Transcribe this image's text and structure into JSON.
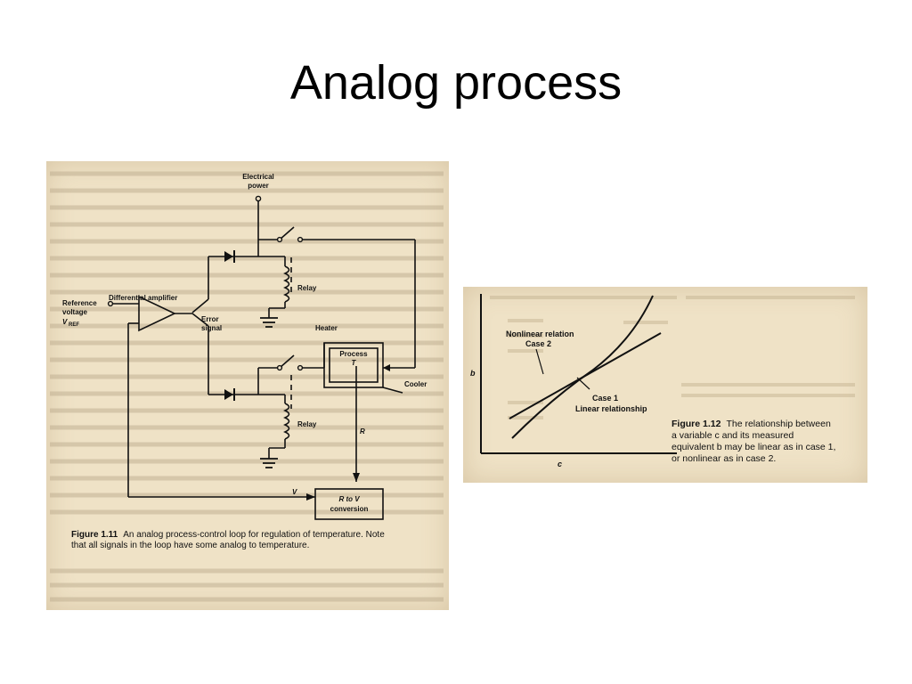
{
  "slide": {
    "title": "Analog process"
  },
  "figure_1_11": {
    "labels": {
      "electrical_power_1": "Electrical",
      "electrical_power_2": "power",
      "reference_1": "Reference",
      "reference_2": "voltage",
      "vref": "V",
      "vref_sub": "REF",
      "diff_amp": "Differential amplifier",
      "error_1": "Error",
      "error_2": "signal",
      "relay_top": "Relay",
      "relay_bottom": "Relay",
      "heater": "Heater",
      "process_1": "Process",
      "process_2": "T",
      "cooler": "Cooler",
      "r": "R",
      "v": "V",
      "rtov_1": "R to V",
      "rtov_2": "conversion"
    },
    "caption_line1_bold": "Figure 1.11",
    "caption_line1_rest": "An analog process-control loop for regulation of temperature. Note",
    "caption_line2": "that all signals in the loop have some analog to temperature."
  },
  "figure_1_12": {
    "labels": {
      "nonlinear_1": "Nonlinear relation",
      "nonlinear_2": "Case 2",
      "case1_1": "Case 1",
      "case1_2": "Linear relationship",
      "axis_b": "b",
      "axis_c": "c"
    },
    "caption_bold": "Figure 1.12",
    "caption_l1": "The relationship between",
    "caption_l2": "a variable c and its measured",
    "caption_l3": "equivalent b may be linear as in case 1,",
    "caption_l4": "or nonlinear as in case 2."
  }
}
